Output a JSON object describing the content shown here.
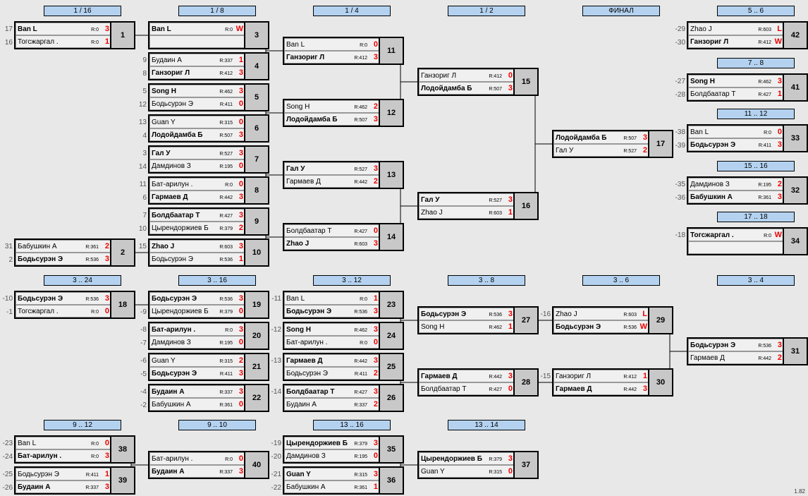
{
  "version": "1.82",
  "headers": [
    {
      "id": "h-1-16",
      "label": "1 / 16"
    },
    {
      "id": "h-1-8",
      "label": "1 / 8"
    },
    {
      "id": "h-1-4",
      "label": "1 / 4"
    },
    {
      "id": "h-1-2",
      "label": "1 / 2"
    },
    {
      "id": "h-final",
      "label": "ФИНАЛ"
    },
    {
      "id": "h-5-6",
      "label": "5 .. 6"
    },
    {
      "id": "h-7-8",
      "label": "7 .. 8"
    },
    {
      "id": "h-11-12",
      "label": "11 .. 12"
    },
    {
      "id": "h-15-16",
      "label": "15 .. 16"
    },
    {
      "id": "h-17-18",
      "label": "17 .. 18"
    },
    {
      "id": "h-3-24",
      "label": "3 .. 24"
    },
    {
      "id": "h-3-16",
      "label": "3 .. 16"
    },
    {
      "id": "h-3-12",
      "label": "3 .. 12"
    },
    {
      "id": "h-3-8",
      "label": "3 .. 8"
    },
    {
      "id": "h-3-6",
      "label": "3 .. 6"
    },
    {
      "id": "h-3-4",
      "label": "3 .. 4"
    },
    {
      "id": "h-9-12",
      "label": "9 .. 12"
    },
    {
      "id": "h-9-10",
      "label": "9 .. 10"
    },
    {
      "id": "h-13-16",
      "label": "13 .. 16"
    },
    {
      "id": "h-13-14",
      "label": "13 .. 14"
    }
  ],
  "matches": [
    {
      "num": "1",
      "p1": {
        "seed": "17",
        "name": "Ban L",
        "rating": "R:0",
        "score": "3",
        "win": true
      },
      "p2": {
        "seed": "16",
        "name": "Тогсжаргал .",
        "rating": "R:0",
        "score": "1",
        "win": false
      }
    },
    {
      "num": "2",
      "p1": {
        "seed": "31",
        "name": "Бабушкин А",
        "rating": "R:361",
        "score": "2",
        "win": false
      },
      "p2": {
        "seed": "2",
        "name": "Бодьсурэн Э",
        "rating": "R:536",
        "score": "3",
        "win": true
      }
    },
    {
      "num": "3",
      "p1": {
        "seed": "",
        "name": "Ban L",
        "rating": "R:0",
        "score": "W",
        "win": true
      },
      "p2": {
        "seed": "",
        "name": "",
        "rating": "",
        "score": "",
        "win": false
      }
    },
    {
      "num": "4",
      "p1": {
        "seed": "9",
        "name": "Будаин А",
        "rating": "R:337",
        "score": "1",
        "win": false
      },
      "p2": {
        "seed": "8",
        "name": "Ганзориг Л",
        "rating": "R:412",
        "score": "3",
        "win": true
      }
    },
    {
      "num": "5",
      "p1": {
        "seed": "5",
        "name": "Song H",
        "rating": "R:462",
        "score": "3",
        "win": true
      },
      "p2": {
        "seed": "12",
        "name": "Бодьсурэн Э",
        "rating": "R:411",
        "score": "0",
        "win": false
      }
    },
    {
      "num": "6",
      "p1": {
        "seed": "13",
        "name": "Guan Y",
        "rating": "R:315",
        "score": "0",
        "win": false
      },
      "p2": {
        "seed": "4",
        "name": "Лодойдамба Б",
        "rating": "R:507",
        "score": "3",
        "win": true
      }
    },
    {
      "num": "7",
      "p1": {
        "seed": "3",
        "name": "Гал У",
        "rating": "R:527",
        "score": "3",
        "win": true
      },
      "p2": {
        "seed": "14",
        "name": "Дамдинов З",
        "rating": "R:195",
        "score": "0",
        "win": false
      }
    },
    {
      "num": "8",
      "p1": {
        "seed": "11",
        "name": "Бат-арилун .",
        "rating": "R:0",
        "score": "0",
        "win": false
      },
      "p2": {
        "seed": "6",
        "name": "Гармаев Д",
        "rating": "R:442",
        "score": "3",
        "win": true
      }
    },
    {
      "num": "9",
      "p1": {
        "seed": "7",
        "name": "Болдбаатар Т",
        "rating": "R:427",
        "score": "3",
        "win": true
      },
      "p2": {
        "seed": "10",
        "name": "Цырендоржиев Б",
        "rating": "R:379",
        "score": "2",
        "win": false
      }
    },
    {
      "num": "10",
      "p1": {
        "seed": "15",
        "name": "Zhao J",
        "rating": "R:603",
        "score": "3",
        "win": true
      },
      "p2": {
        "seed": "",
        "name": "Бодьсурэн Э",
        "rating": "R:536",
        "score": "1",
        "win": false
      }
    },
    {
      "num": "11",
      "p1": {
        "seed": "",
        "name": "Ban L",
        "rating": "R:0",
        "score": "0",
        "win": false
      },
      "p2": {
        "seed": "",
        "name": "Ганзориг Л",
        "rating": "R:412",
        "score": "3",
        "win": true
      }
    },
    {
      "num": "12",
      "p1": {
        "seed": "",
        "name": "Song H",
        "rating": "R:462",
        "score": "2",
        "win": false
      },
      "p2": {
        "seed": "",
        "name": "Лодойдамба Б",
        "rating": "R:507",
        "score": "3",
        "win": true
      }
    },
    {
      "num": "13",
      "p1": {
        "seed": "",
        "name": "Гал У",
        "rating": "R:527",
        "score": "3",
        "win": true
      },
      "p2": {
        "seed": "",
        "name": "Гармаев Д",
        "rating": "R:442",
        "score": "2",
        "win": false
      }
    },
    {
      "num": "14",
      "p1": {
        "seed": "",
        "name": "Болдбаатар Т",
        "rating": "R:427",
        "score": "0",
        "win": false
      },
      "p2": {
        "seed": "",
        "name": "Zhao J",
        "rating": "R:603",
        "score": "3",
        "win": true
      }
    },
    {
      "num": "15",
      "p1": {
        "seed": "",
        "name": "Ганзориг Л",
        "rating": "R:412",
        "score": "0",
        "win": false
      },
      "p2": {
        "seed": "",
        "name": "Лодойдамба Б",
        "rating": "R:507",
        "score": "3",
        "win": true
      }
    },
    {
      "num": "16",
      "p1": {
        "seed": "",
        "name": "Гал У",
        "rating": "R:527",
        "score": "3",
        "win": true
      },
      "p2": {
        "seed": "",
        "name": "Zhao J",
        "rating": "R:603",
        "score": "1",
        "win": false
      }
    },
    {
      "num": "17",
      "p1": {
        "seed": "",
        "name": "Лодойдамба Б",
        "rating": "R:507",
        "score": "3",
        "win": true
      },
      "p2": {
        "seed": "",
        "name": "Гал У",
        "rating": "R:527",
        "score": "2",
        "win": false
      }
    },
    {
      "num": "42",
      "p1": {
        "seed": "-29",
        "name": "Zhao J",
        "rating": "R:603",
        "score": "L",
        "win": false
      },
      "p2": {
        "seed": "-30",
        "name": "Ганзориг Л",
        "rating": "R:412",
        "score": "W",
        "win": true
      }
    },
    {
      "num": "41",
      "p1": {
        "seed": "-27",
        "name": "Song H",
        "rating": "R:462",
        "score": "3",
        "win": true
      },
      "p2": {
        "seed": "-28",
        "name": "Болдбаатар Т",
        "rating": "R:427",
        "score": "1",
        "win": false
      }
    },
    {
      "num": "33",
      "p1": {
        "seed": "-38",
        "name": "Ban L",
        "rating": "R:0",
        "score": "0",
        "win": false
      },
      "p2": {
        "seed": "-39",
        "name": "Бодьсурэн Э",
        "rating": "R:411",
        "score": "3",
        "win": true
      }
    },
    {
      "num": "32",
      "p1": {
        "seed": "-35",
        "name": "Дамдинов З",
        "rating": "R:195",
        "score": "2",
        "win": false
      },
      "p2": {
        "seed": "-36",
        "name": "Бабушкин А",
        "rating": "R:361",
        "score": "3",
        "win": true
      }
    },
    {
      "num": "34",
      "p1": {
        "seed": "-18",
        "name": "Тогсжаргал .",
        "rating": "R:0",
        "score": "W",
        "win": true
      },
      "p2": {
        "seed": "",
        "name": "",
        "rating": "",
        "score": "",
        "win": false
      }
    },
    {
      "num": "18",
      "p1": {
        "seed": "-10",
        "name": "Бодьсурэн Э",
        "rating": "R:536",
        "score": "3",
        "win": true
      },
      "p2": {
        "seed": "-1",
        "name": "Тогсжаргал .",
        "rating": "R:0",
        "score": "0",
        "win": false
      }
    },
    {
      "num": "19",
      "p1": {
        "seed": "",
        "name": "Бодьсурэн Э",
        "rating": "R:536",
        "score": "3",
        "win": true
      },
      "p2": {
        "seed": "-9",
        "name": "Цырендоржиев Б",
        "rating": "R:379",
        "score": "0",
        "win": false
      }
    },
    {
      "num": "20",
      "p1": {
        "seed": "-8",
        "name": "Бат-арилун .",
        "rating": "R:0",
        "score": "3",
        "win": true
      },
      "p2": {
        "seed": "-7",
        "name": "Дамдинов З",
        "rating": "R:195",
        "score": "0",
        "win": false
      }
    },
    {
      "num": "21",
      "p1": {
        "seed": "-6",
        "name": "Guan Y",
        "rating": "R:315",
        "score": "2",
        "win": false
      },
      "p2": {
        "seed": "-5",
        "name": "Бодьсурэн Э",
        "rating": "R:411",
        "score": "3",
        "win": true
      }
    },
    {
      "num": "22",
      "p1": {
        "seed": "-4",
        "name": "Будаин А",
        "rating": "R:337",
        "score": "3",
        "win": true
      },
      "p2": {
        "seed": "-2",
        "name": "Бабушкин А",
        "rating": "R:361",
        "score": "0",
        "win": false
      }
    },
    {
      "num": "23",
      "p1": {
        "seed": "-11",
        "name": "Ban L",
        "rating": "R:0",
        "score": "1",
        "win": false
      },
      "p2": {
        "seed": "",
        "name": "Бодьсурэн Э",
        "rating": "R:536",
        "score": "3",
        "win": true
      }
    },
    {
      "num": "24",
      "p1": {
        "seed": "-12",
        "name": "Song H",
        "rating": "R:462",
        "score": "3",
        "win": true
      },
      "p2": {
        "seed": "",
        "name": "Бат-арилун .",
        "rating": "R:0",
        "score": "0",
        "win": false
      }
    },
    {
      "num": "25",
      "p1": {
        "seed": "-13",
        "name": "Гармаев Д",
        "rating": "R:442",
        "score": "3",
        "win": true
      },
      "p2": {
        "seed": "",
        "name": "Бодьсурэн Э",
        "rating": "R:411",
        "score": "2",
        "win": false
      }
    },
    {
      "num": "26",
      "p1": {
        "seed": "-14",
        "name": "Болдбаатар Т",
        "rating": "R:427",
        "score": "3",
        "win": true
      },
      "p2": {
        "seed": "",
        "name": "Будаин А",
        "rating": "R:337",
        "score": "2",
        "win": false
      }
    },
    {
      "num": "27",
      "p1": {
        "seed": "",
        "name": "Бодьсурэн Э",
        "rating": "R:536",
        "score": "3",
        "win": true
      },
      "p2": {
        "seed": "",
        "name": "Song H",
        "rating": "R:462",
        "score": "1",
        "win": false
      }
    },
    {
      "num": "28",
      "p1": {
        "seed": "",
        "name": "Гармаев Д",
        "rating": "R:442",
        "score": "3",
        "win": true
      },
      "p2": {
        "seed": "",
        "name": "Болдбаатар Т",
        "rating": "R:427",
        "score": "0",
        "win": false
      }
    },
    {
      "num": "29",
      "p1": {
        "seed": "-16",
        "name": "Zhao J",
        "rating": "R:603",
        "score": "L",
        "win": false
      },
      "p2": {
        "seed": "",
        "name": "Бодьсурэн Э",
        "rating": "R:536",
        "score": "W",
        "win": true
      }
    },
    {
      "num": "30",
      "p1": {
        "seed": "-15",
        "name": "Ганзориг Л",
        "rating": "R:412",
        "score": "1",
        "win": false
      },
      "p2": {
        "seed": "",
        "name": "Гармаев Д",
        "rating": "R:442",
        "score": "3",
        "win": true
      }
    },
    {
      "num": "31",
      "p1": {
        "seed": "",
        "name": "Бодьсурэн Э",
        "rating": "R:536",
        "score": "3",
        "win": true
      },
      "p2": {
        "seed": "",
        "name": "Гармаев Д",
        "rating": "R:442",
        "score": "2",
        "win": false
      }
    },
    {
      "num": "38",
      "p1": {
        "seed": "-23",
        "name": "Ban L",
        "rating": "R:0",
        "score": "0",
        "win": false
      },
      "p2": {
        "seed": "-24",
        "name": "Бат-арилун .",
        "rating": "R:0",
        "score": "3",
        "win": true
      }
    },
    {
      "num": "39",
      "p1": {
        "seed": "-25",
        "name": "Бодьсурэн Э",
        "rating": "R:411",
        "score": "1",
        "win": false
      },
      "p2": {
        "seed": "-26",
        "name": "Будаин А",
        "rating": "R:337",
        "score": "3",
        "win": true
      }
    },
    {
      "num": "40",
      "p1": {
        "seed": "",
        "name": "Бат-арилун .",
        "rating": "R:0",
        "score": "0",
        "win": false
      },
      "p2": {
        "seed": "",
        "name": "Будаин А",
        "rating": "R:337",
        "score": "3",
        "win": true
      }
    },
    {
      "num": "35",
      "p1": {
        "seed": "-19",
        "name": "Цырендоржиев Б",
        "rating": "R:379",
        "score": "3",
        "win": true
      },
      "p2": {
        "seed": "-20",
        "name": "Дамдинов З",
        "rating": "R:195",
        "score": "0",
        "win": false
      }
    },
    {
      "num": "36",
      "p1": {
        "seed": "-21",
        "name": "Guan Y",
        "rating": "R:315",
        "score": "3",
        "win": true
      },
      "p2": {
        "seed": "-22",
        "name": "Бабушкин А",
        "rating": "R:361",
        "score": "1",
        "win": false
      }
    },
    {
      "num": "37",
      "p1": {
        "seed": "",
        "name": "Цырендоржиев Б",
        "rating": "R:379",
        "score": "3",
        "win": true
      },
      "p2": {
        "seed": "",
        "name": "Guan Y",
        "rating": "R:315",
        "score": "0",
        "win": false
      }
    }
  ]
}
